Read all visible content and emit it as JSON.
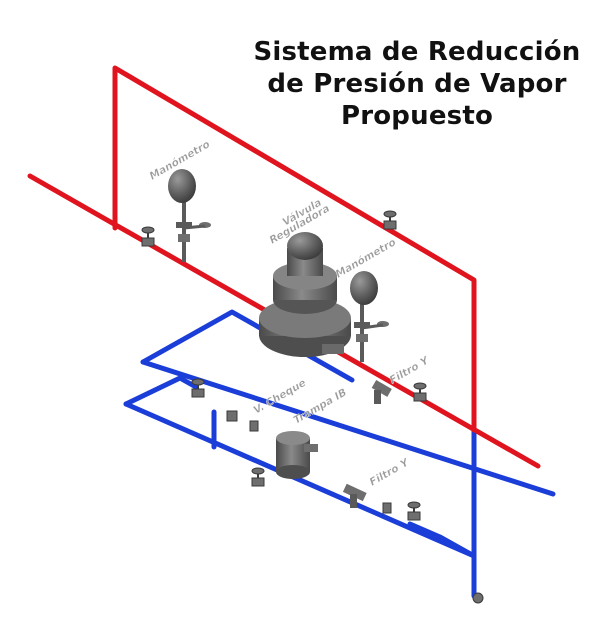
{
  "title": {
    "line1": "Sistema de Reducción",
    "line2": "de Presión de Vapor",
    "line3": "Propuesto"
  },
  "labels": {
    "manometro_left": "Manómetro",
    "valvula_line1": "Válvula",
    "valvula_line2": "Reguladora",
    "manometro_right": "Manómetro",
    "filtro_y_upper": "Filtro Y",
    "v_cheque": "V. Cheque",
    "trampa_ib": "Trampa IB",
    "filtro_y_lower": "Filtro Y"
  },
  "colors": {
    "steam_pipe": "#e0141e",
    "condensate_pipe": "#1c3ed8",
    "equipment": "#6e6e6e",
    "label": "#9a9a9a"
  }
}
